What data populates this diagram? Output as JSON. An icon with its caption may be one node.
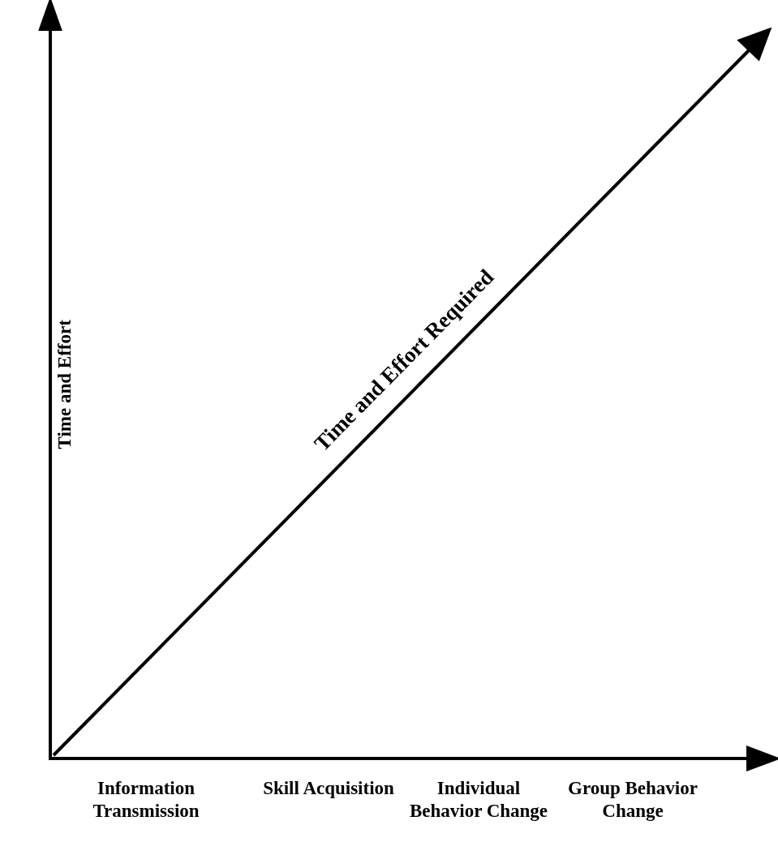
{
  "diagram": {
    "labels": [
      "Time and Effort",
      "Time and Effort Required",
      "Information Transmission",
      "Skill Acquisition",
      "Individual Behavior Change",
      "Group Behavior Change"
    ]
  }
}
